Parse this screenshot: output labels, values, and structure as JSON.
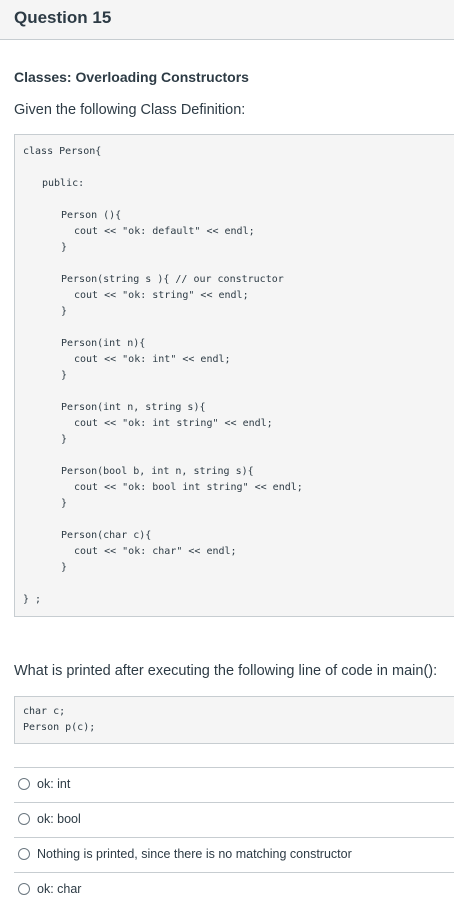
{
  "header": {
    "title": "Question 15"
  },
  "section_title": "Classes: Overloading Constructors",
  "intro": "Given the following Class Definition:",
  "class_code": [
    "class Person{",
    "public:",
    "Person (){",
    "cout << \"ok: default\" << endl;",
    "}",
    "Person(string s ){ // our constructor",
    "cout << \"ok: string\" << endl;",
    "}",
    "Person(int n){",
    "cout << \"ok: int\" << endl;",
    "}",
    "Person(int n, string s){",
    "cout << \"ok: int string\" << endl;",
    "}",
    "Person(bool b, int n, string s){",
    "cout << \"ok: bool int string\" << endl;",
    "}",
    "Person(char c){",
    "cout << \"ok: char\" << endl;",
    "}",
    "} ;"
  ],
  "question": "What is printed after executing the following line of code in main():",
  "main_code": [
    "char c;",
    "Person p(c);"
  ],
  "answers": [
    "ok: int",
    "ok: bool",
    "Nothing is printed, since there is no matching constructor",
    "ok: char"
  ]
}
